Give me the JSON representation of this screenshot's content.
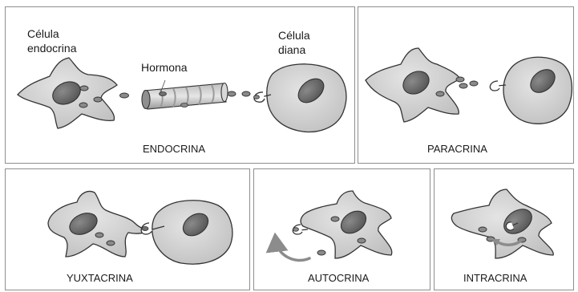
{
  "endocrina": {
    "caption": "ENDOCRINA",
    "source_label_line1": "Célula",
    "source_label_line2": "endocrina",
    "hormone_label": "Hormona",
    "target_label_line1": "Célula",
    "target_label_line2": "diana"
  },
  "paracrina": {
    "caption": "PARACRINA"
  },
  "yuxtacrina": {
    "caption": "YUXTACRINA"
  },
  "autocrina": {
    "caption": "AUTOCRINA"
  },
  "intracrina": {
    "caption": "INTRACRINA"
  },
  "colors": {
    "cell_fill": "#d4d4d4",
    "nucleus_fill": "#6f6f6f",
    "hormone_fill": "#8a8a8a",
    "arrow": "#8c8c8c"
  }
}
